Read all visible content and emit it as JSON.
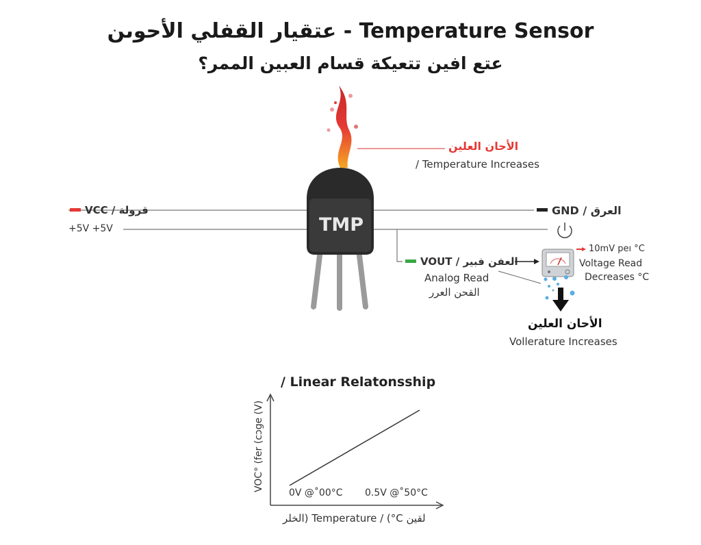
{
  "title": "عتقيار القفلي الأحوىن - Temperature Sensor",
  "subtitle": "عتع افين تتعيكة قسام العبين الممر؟",
  "sensor_label": "TMP",
  "heat": {
    "arabic": "الأحان العلين",
    "english": "/ Temperature Increases",
    "color": "#e53935"
  },
  "vcc": {
    "label": "VCC / قرولة",
    "voltage": "+5V  +5V",
    "color": "#e53935"
  },
  "gnd": {
    "label": "GND / العرق"
  },
  "vout": {
    "label": "VOUT / العفن فبير",
    "analog": "Analog Read",
    "analog_ar": "القحن العرر",
    "color": "#3aa845"
  },
  "meter": {
    "rate": "10mV peı °C",
    "read1": "Voltage Read",
    "read2": "Decreases °C"
  },
  "cool": {
    "arabic": "الأحان العلين",
    "english": "Vollerature Increases"
  },
  "chart_data": {
    "type": "line",
    "title": "/ Linear Relatonsship",
    "xlabel": "الخلر) Temperature / (°C لقين",
    "ylabel": "VOC° (fer (cɔge (V)",
    "annotations": [
      "0V @˚00°C",
      "0.5V @˚50°C"
    ],
    "x": [
      0,
      50
    ],
    "y": [
      0,
      0.5
    ]
  }
}
